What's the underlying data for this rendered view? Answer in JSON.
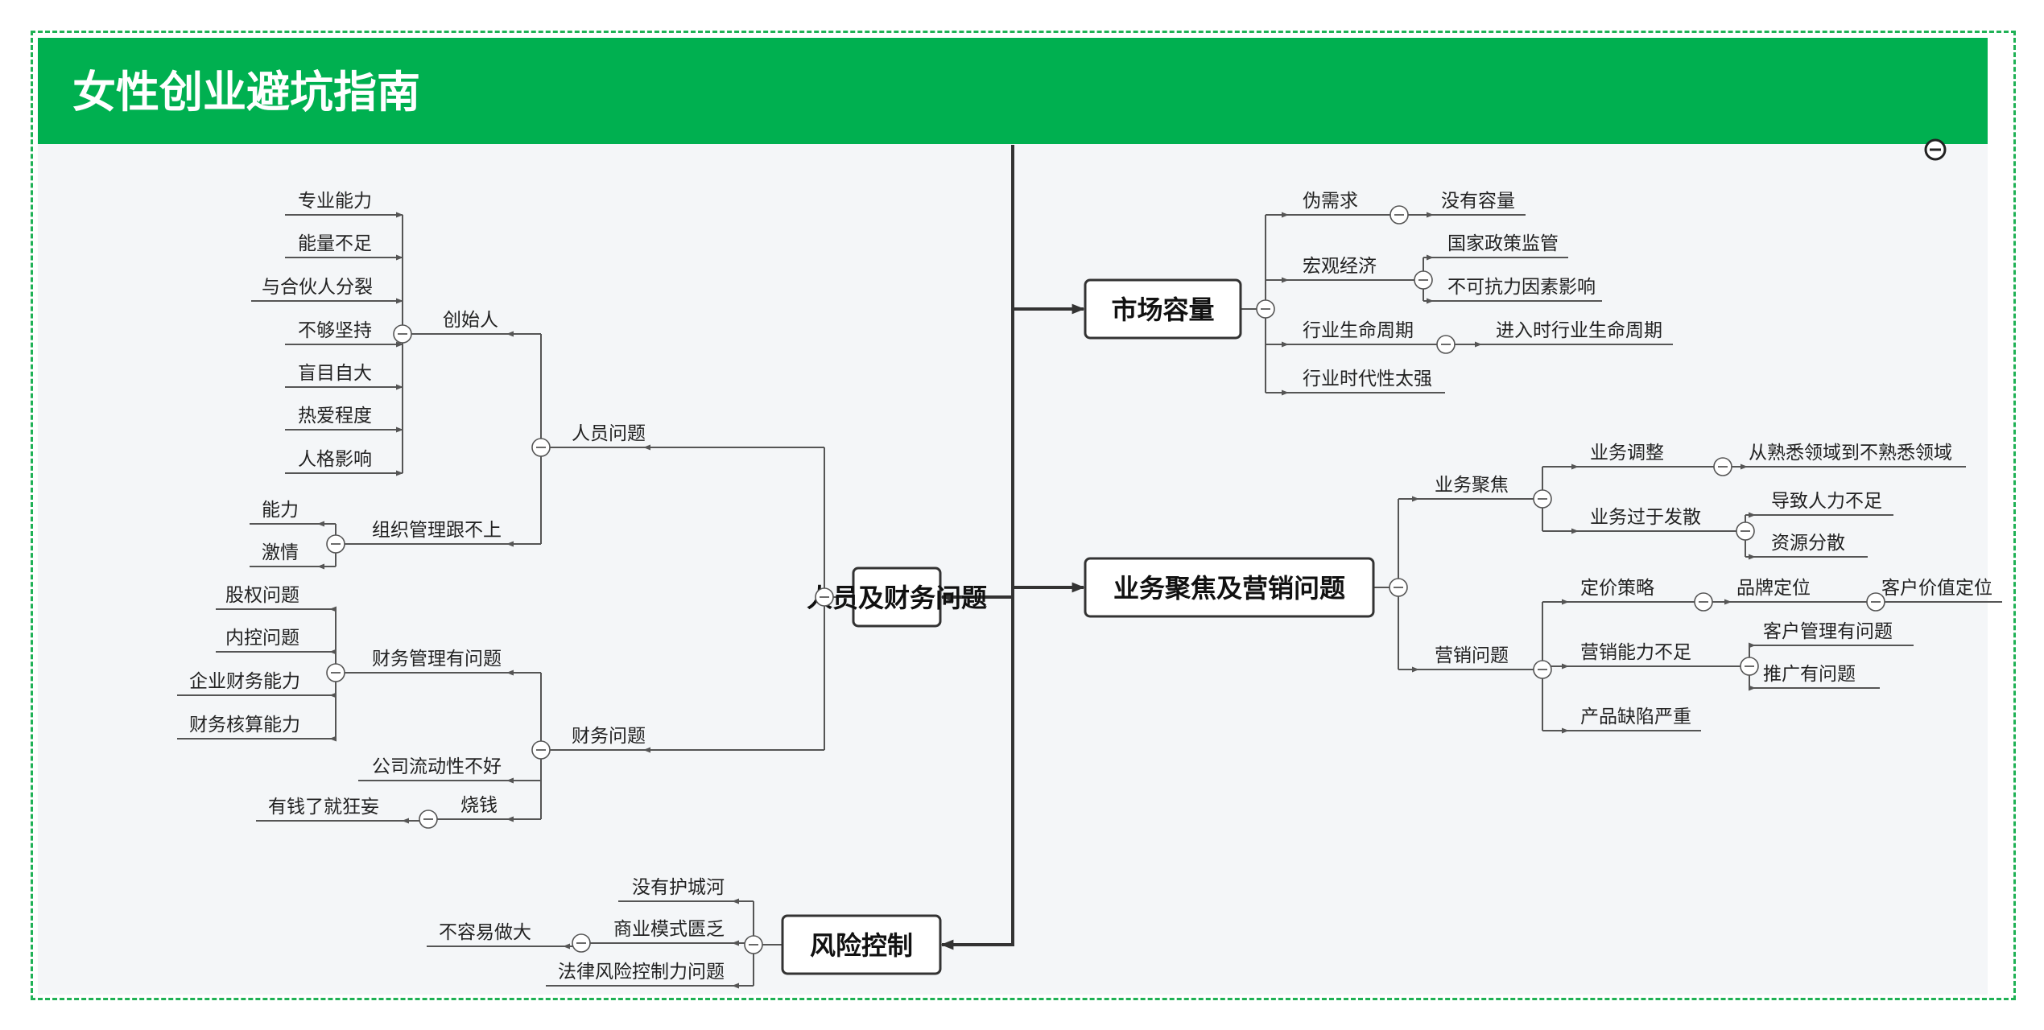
{
  "title": "女性创业避坑指南",
  "root": {
    "left": [
      {
        "label": "人员及财务问题",
        "children": [
          {
            "label": "人员问题",
            "children": [
              {
                "label": "创始人",
                "children": [
                  {
                    "label": "专业能力"
                  },
                  {
                    "label": "能量不足"
                  },
                  {
                    "label": "与合伙人分裂"
                  },
                  {
                    "label": "不够坚持"
                  },
                  {
                    "label": "盲目自大"
                  },
                  {
                    "label": "热爱程度"
                  },
                  {
                    "label": "人格影响"
                  }
                ]
              },
              {
                "label": "组织管理跟不上",
                "children": [
                  {
                    "label": "能力"
                  },
                  {
                    "label": "激情"
                  }
                ]
              }
            ]
          },
          {
            "label": "财务问题",
            "children": [
              {
                "label": "财务管理有问题",
                "children": [
                  {
                    "label": "股权问题"
                  },
                  {
                    "label": "内控问题"
                  },
                  {
                    "label": "企业财务能力"
                  },
                  {
                    "label": "财务核算能力"
                  }
                ]
              },
              {
                "label": "公司流动性不好"
              },
              {
                "label": "烧钱",
                "children": [
                  {
                    "label": "有钱了就狂妄"
                  }
                ]
              }
            ]
          }
        ]
      },
      {
        "label": "风险控制",
        "children": [
          {
            "label": "没有护城河"
          },
          {
            "label": "商业模式匮乏",
            "children": [
              {
                "label": "不容易做大"
              }
            ]
          },
          {
            "label": "法律风险控制力问题"
          }
        ]
      }
    ],
    "right": [
      {
        "label": "市场容量",
        "children": [
          {
            "label": "伪需求",
            "children": [
              {
                "label": "没有容量"
              }
            ]
          },
          {
            "label": "宏观经济",
            "children": [
              {
                "label": "国家政策监管"
              },
              {
                "label": "不可抗力因素影响"
              }
            ]
          },
          {
            "label": "行业生命周期",
            "children": [
              {
                "label": "进入时行业生命周期"
              }
            ]
          },
          {
            "label": "行业时代性太强"
          }
        ]
      },
      {
        "label": "业务聚焦及营销问题",
        "children": [
          {
            "label": "业务聚焦",
            "children": [
              {
                "label": "业务调整",
                "children": [
                  {
                    "label": "从熟悉领域到不熟悉领域"
                  }
                ]
              },
              {
                "label": "业务过于发散",
                "children": [
                  {
                    "label": "导致人力不足"
                  },
                  {
                    "label": "资源分散"
                  }
                ]
              }
            ]
          },
          {
            "label": "营销问题",
            "children": [
              {
                "label": "定价策略",
                "children": [
                  {
                    "label": "品牌定位",
                    "children": [
                      {
                        "label": "客户价值定位"
                      }
                    ]
                  }
                ]
              },
              {
                "label": "营销能力不足",
                "children": [
                  {
                    "label": "客户管理有问题"
                  },
                  {
                    "label": "推广有问题"
                  }
                ]
              },
              {
                "label": "产品缺陷严重"
              }
            ]
          }
        ]
      }
    ]
  },
  "colors": {
    "header": "#00b050",
    "frame_border": "#1fb155",
    "canvas": "#f4f6f8",
    "line": "#555555",
    "box_border": "#333333"
  },
  "icons": {
    "toggle": "collapse-circle-icon",
    "arrow": "arrowhead-icon"
  }
}
